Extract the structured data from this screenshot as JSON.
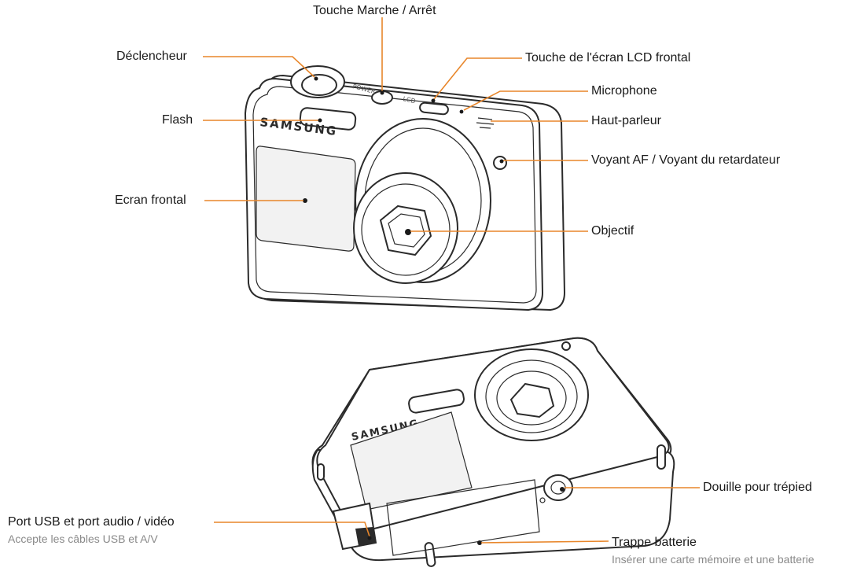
{
  "labels": {
    "power": "Touche Marche / Arrêt",
    "shutter": "Déclencheur",
    "lcd_button": "Touche de l'écran LCD frontal",
    "microphone": "Microphone",
    "flash": "Flash",
    "speaker": "Haut-parleur",
    "af_lamp": "Voyant AF / Voyant du retardateur",
    "front_screen": "Ecran frontal",
    "lens": "Objectif",
    "tripod": "Douille pour trépied",
    "usb_port": "Port USB et port audio / vidéo",
    "usb_port_sub": "Accepte les câbles USB et A/V",
    "battery": "Trappe batterie",
    "battery_sub": "Insérer une carte mémoire et une batterie"
  },
  "camera_text": {
    "brand_top": "SAMSUNG",
    "brand_bottom": "SAMSUNG",
    "power_marking": "POWER",
    "lcd_marking": "LCD"
  },
  "colors": {
    "leader": "#e8862a",
    "label": "#1a1a1a",
    "sublabel": "#8a8a8a"
  }
}
